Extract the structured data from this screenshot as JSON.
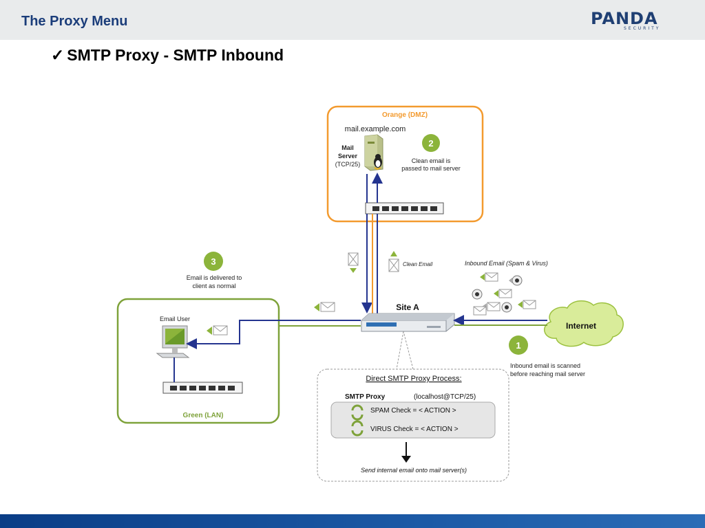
{
  "header": {
    "title": "The Proxy Menu"
  },
  "logo": {
    "main": "PANDA",
    "sub": "SECURITY"
  },
  "bullet": {
    "check": "✓",
    "text": "SMTP Proxy - SMTP Inbound"
  },
  "diagram": {
    "dmz": {
      "zone_label": "Orange (DMZ)",
      "hostname": "mail.example.com",
      "server_label_1": "Mail",
      "server_label_2": "Server",
      "server_port": "(TCP/25)",
      "step_number": "2",
      "step_text_1": "Clean email is",
      "step_text_2": "passed to mail server"
    },
    "lan": {
      "zone_label": "Green (LAN)",
      "user_label": "Email User",
      "step_number": "3",
      "step_text_1": "Email is delivered to",
      "step_text_2": "client as normal"
    },
    "site_label": "Site A",
    "clean_email_label": "Clean Email",
    "inbound_label": "Inbound Email (Spam & Virus)",
    "internet_label": "Internet",
    "step1": {
      "number": "1",
      "text_1": "Inbound email is scanned",
      "text_2": "before reaching mail server"
    },
    "process": {
      "title": "Direct SMTP Proxy Process:",
      "proxy_label": "SMTP Proxy",
      "proxy_addr": "(localhost@TCP/25)",
      "spam_check": "SPAM Check = < ACTION >",
      "virus_check": "VIRUS Check = < ACTION >",
      "send_text": "Send internal email onto mail server(s)"
    },
    "colors": {
      "orange": "#f39a2e",
      "green": "#7ea23a",
      "blue": "#24348f",
      "step_circle": "#8cb43b",
      "cloud": "#d9ec9a",
      "cloud_stroke": "#9cc13f"
    }
  }
}
